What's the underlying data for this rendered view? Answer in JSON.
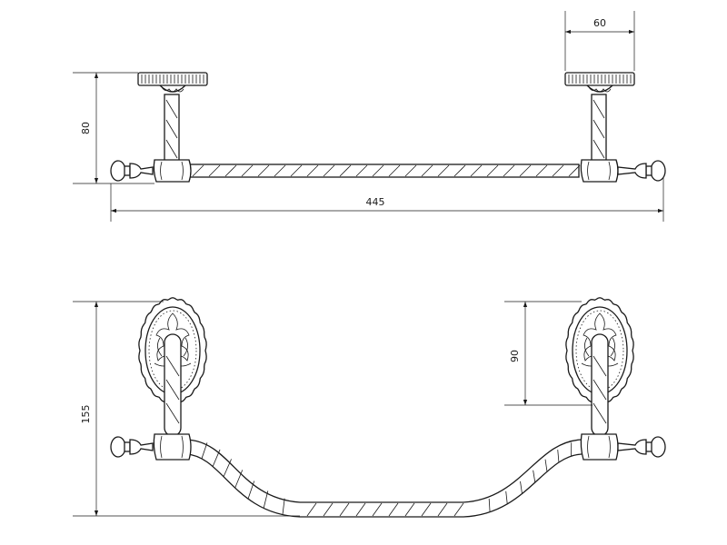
{
  "dimensions": {
    "bracket_width": "60",
    "side_height": "80",
    "overall_length": "445",
    "total_height": "155",
    "mount_height": "90"
  }
}
